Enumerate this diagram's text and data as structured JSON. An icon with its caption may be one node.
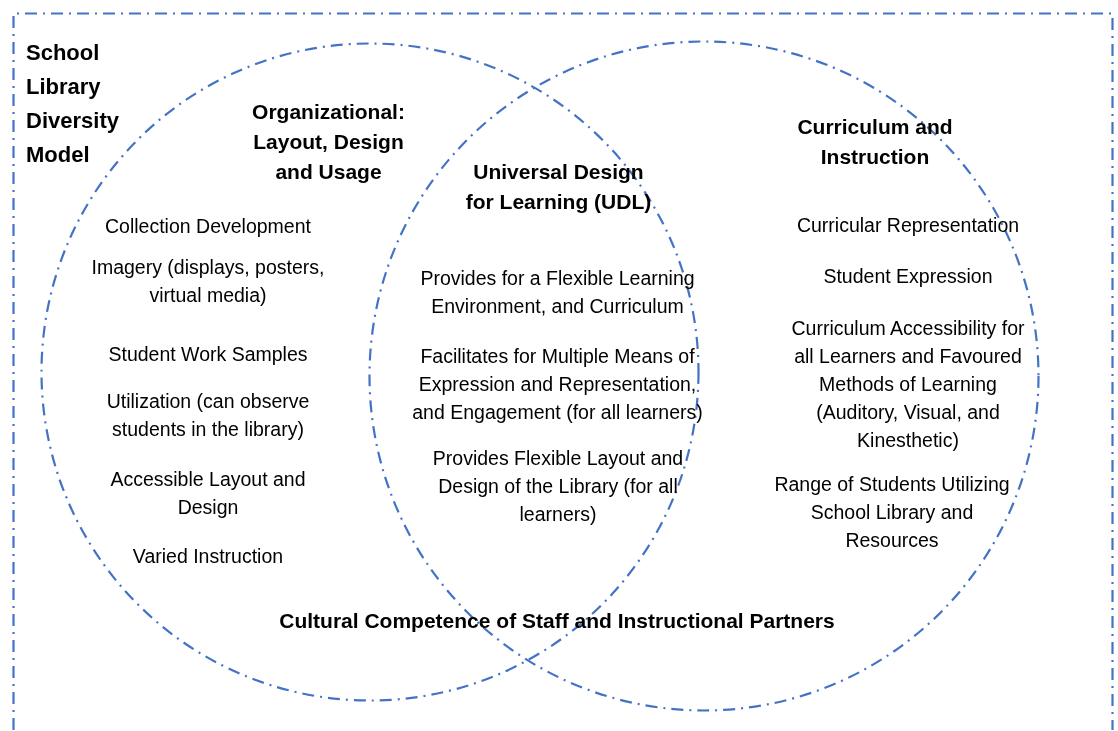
{
  "diagram": {
    "nodes": [
      {
        "text": [
          "School Library Diversity Model"
        ]
      },
      {
        "text": [
          "Organizational: Layout, Design and Usage",
          "Collection Development",
          "Imagery (displays, posters, virtual media)",
          "Student Work Samples",
          "Utilization (can observe students in the library)",
          "Accessible Layout and Design",
          "Varied Instruction"
        ],
        "in": 0
      },
      {
        "text": [
          "Curriculum and Instruction",
          "Curricular Representation",
          "Student Expression",
          "Curriculum Accessibility for all Learners and Favoured Methods of Learning (Auditory, Visual, and Kinesthetic)",
          "Range of Students Utilizing School Library and Resources"
        ],
        "in": 0
      }
    ],
    "edges": [],
    "labels": [
      "Universal Design for Learning (UDL)",
      "Provides for a Flexible Learning Environment, and Curriculum",
      "Facilitates for Multiple Means of Expression and Representation, and Engagement (for all learners)",
      "Provides Flexible Layout and Design of the Library (for all learners)",
      "Cultural Competence of Staff and Instructional Partners"
    ]
  }
}
